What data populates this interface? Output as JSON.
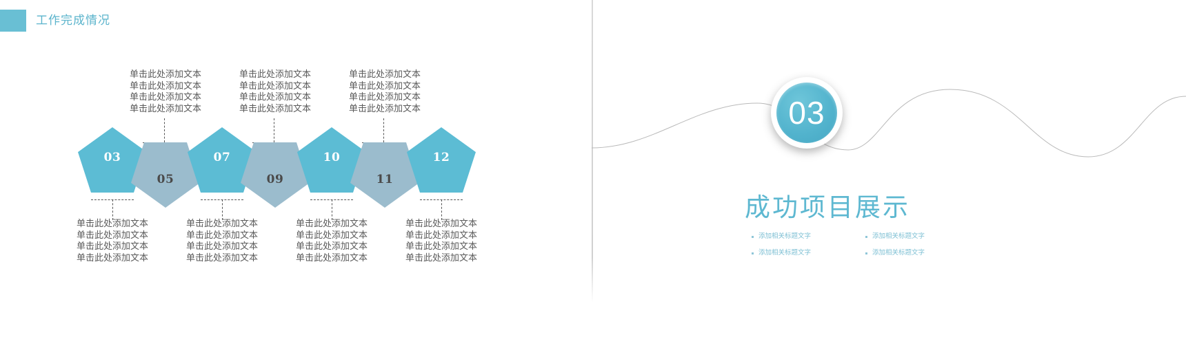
{
  "header": {
    "title": "工作完成情况",
    "accent_color": "#69bfd4"
  },
  "left": {
    "body_text": "单击此处添加文本",
    "top_blocks": [
      {
        "lines": [
          "单击此处添加文本",
          "单击此处添加文本",
          "单击此处添加文本",
          "单击此处添加文本"
        ]
      },
      {
        "lines": [
          "单击此处添加文本",
          "单击此处添加文本",
          "单击此处添加文本",
          "单击此处添加文本"
        ]
      },
      {
        "lines": [
          "单击此处添加文本",
          "单击此处添加文本",
          "单击此处添加文本",
          "单击此处添加文本"
        ]
      }
    ],
    "bottom_blocks": [
      {
        "lines": [
          "单击此处添加文本",
          "单击此处添加文本",
          "单击此处添加文本",
          "单击此处添加文本"
        ]
      },
      {
        "lines": [
          "单击此处添加文本",
          "单击此处添加文本",
          "单击此处添加文本",
          "单击此处添加文本"
        ]
      },
      {
        "lines": [
          "单击此处添加文本",
          "单击此处添加文本",
          "单击此处添加文本",
          "单击此处添加文本"
        ]
      },
      {
        "lines": [
          "单击此处添加文本",
          "单击此处添加文本",
          "单击此处添加文本",
          "单击此处添加文本"
        ]
      }
    ],
    "pentagons": [
      {
        "number": "03",
        "orientation": "up",
        "color": "#5cbcd4"
      },
      {
        "number": "05",
        "orientation": "down",
        "color": "#9bbccd"
      },
      {
        "number": "07",
        "orientation": "up",
        "color": "#5cbcd4"
      },
      {
        "number": "09",
        "orientation": "down",
        "color": "#9bbccd"
      },
      {
        "number": "10",
        "orientation": "up",
        "color": "#5cbcd4"
      },
      {
        "number": "11",
        "orientation": "down",
        "color": "#9bbccd"
      },
      {
        "number": "12",
        "orientation": "up",
        "color": "#5cbcd4"
      }
    ]
  },
  "right": {
    "badge_number": "03",
    "title": "成功项目展示",
    "title_color": "#5eb8d1",
    "bullets": [
      "添加相关标题文字",
      "添加相关标题文字",
      "添加相关标题文字",
      "添加相关标题文字"
    ]
  }
}
